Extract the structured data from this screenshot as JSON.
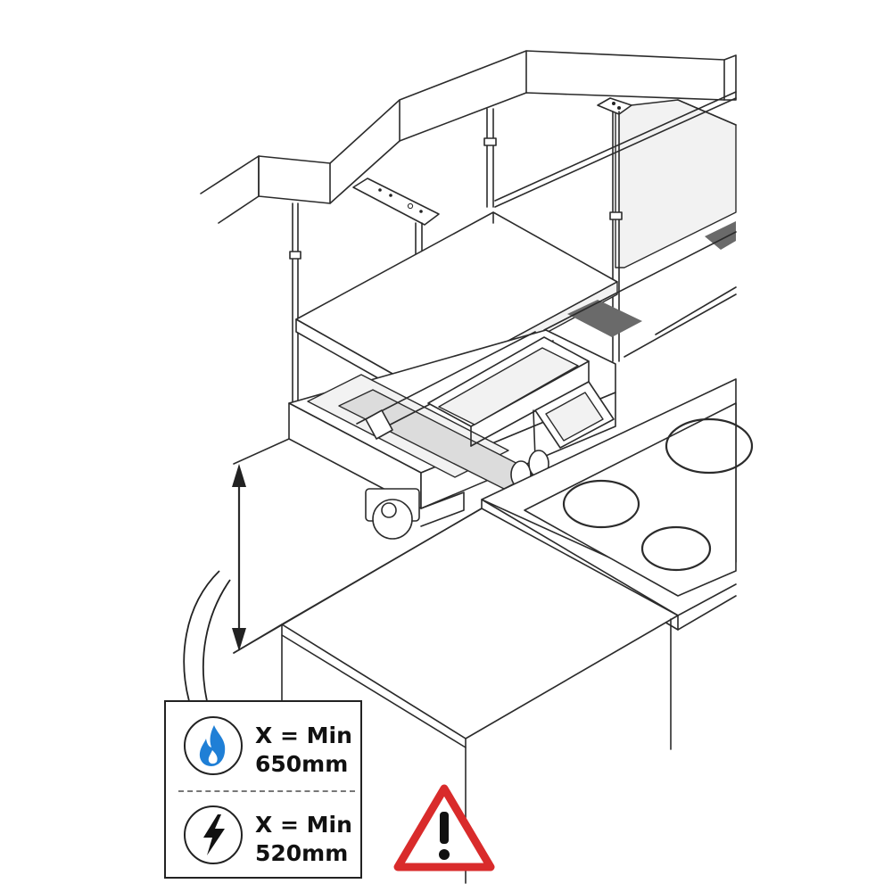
{
  "legend": {
    "gas": {
      "icon": "gas-flame-icon",
      "line1": "X = Min",
      "line2": "650mm",
      "color": "#1f7fd6"
    },
    "electric": {
      "icon": "lightning-bolt-icon",
      "line1": "X = Min",
      "line2": "520mm"
    }
  },
  "warning": {
    "icon": "warning-exclamation-icon",
    "color": "#d92b2b"
  }
}
